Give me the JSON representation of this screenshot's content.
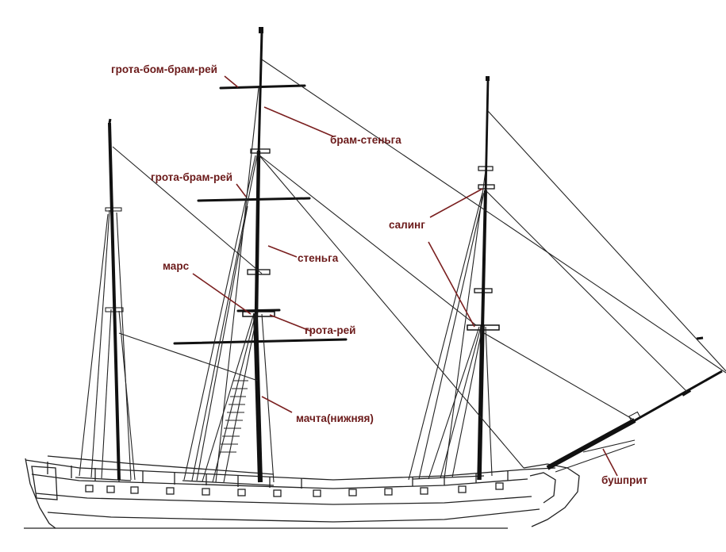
{
  "labels": {
    "royal_yard": "грота-бом-брам-рей",
    "topgallant_mast": "брам-стеньга",
    "topgallant_yard": "грота-брам-рей",
    "crosstrees": "салинг",
    "topmast": "стеньга",
    "top": "марс",
    "main_yard": "грота-рей",
    "lower_mast": "мачта(нижняя)",
    "bowsprit": "бушприт"
  },
  "colors": {
    "label": "#6b1a1a",
    "leader": "#7a1f1f",
    "drawing": "#222222"
  }
}
